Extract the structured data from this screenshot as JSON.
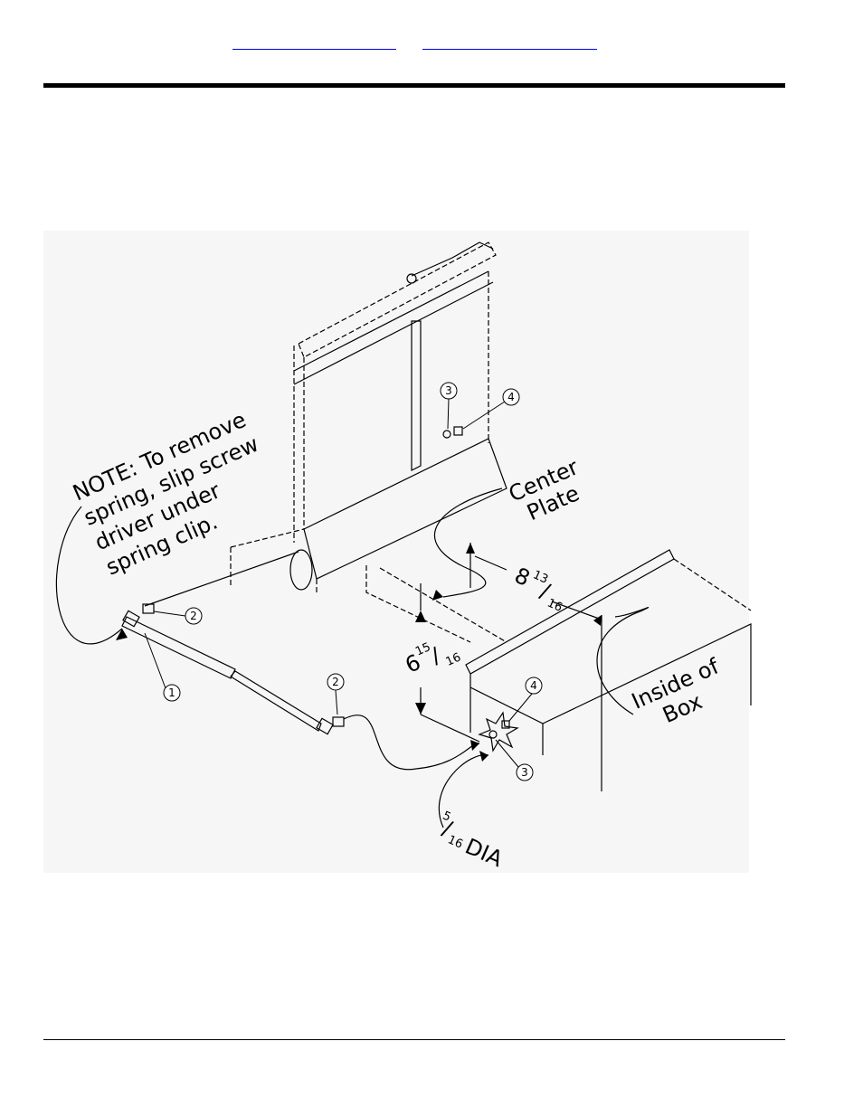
{
  "header": {
    "link_a": "",
    "link_b": ""
  },
  "note": {
    "lines": [
      "NOTE: To remove",
      "spring, slip screw",
      "driver under",
      "spring clip."
    ]
  },
  "labels": {
    "center_plate": [
      "Center",
      "Plate"
    ],
    "inside_box": [
      "Inside of",
      "Box"
    ],
    "dim_horizontal": {
      "whole": "8",
      "num": "13",
      "den": "16"
    },
    "dim_vertical": {
      "whole": "6",
      "num": "15",
      "den": "16"
    },
    "dia": {
      "num": "5",
      "den": "16",
      "unit": "DIA"
    }
  },
  "balloons": [
    "1",
    "2",
    "2",
    "3",
    "3",
    "4",
    "4"
  ],
  "colors": {
    "link": "#0000ee",
    "rule": "#000000",
    "figure_bg": "#f6f6f6"
  }
}
